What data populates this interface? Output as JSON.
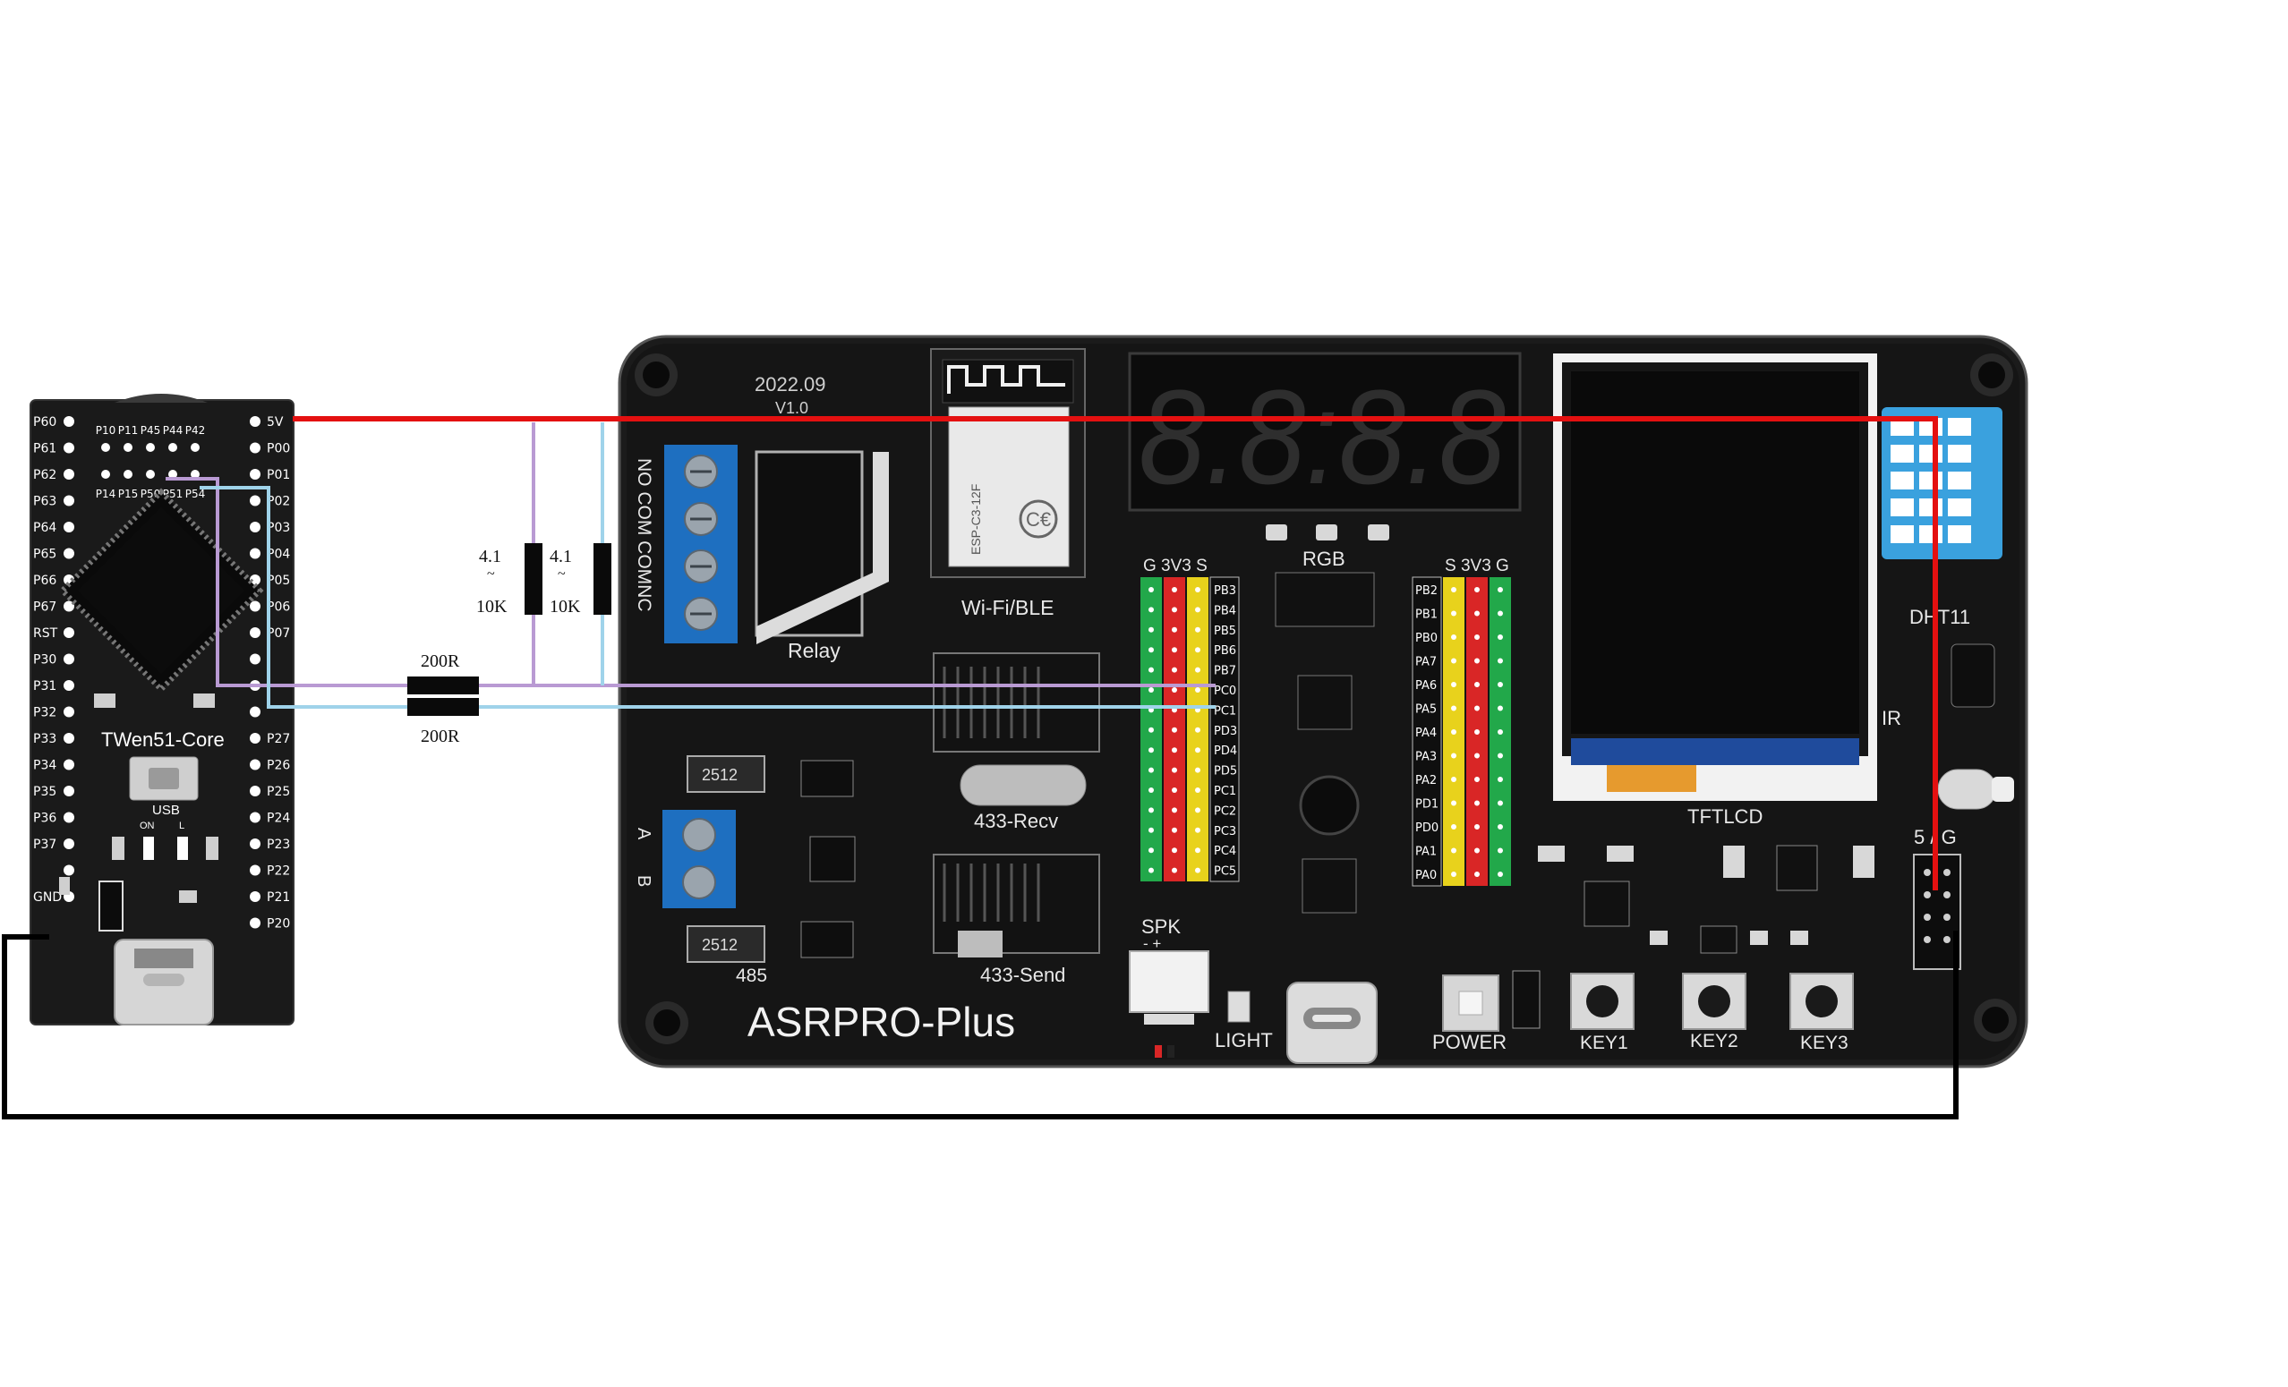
{
  "core_board": {
    "name": "TWen51-Core",
    "usb_label": "USB",
    "switch_labels": [
      "ON",
      "L"
    ],
    "left_pins": [
      "P60",
      "P61",
      "P62",
      "P63",
      "P64",
      "P65",
      "P66",
      "P67",
      "RST",
      "P30",
      "P31",
      "P32",
      "P33",
      "P34",
      "P35",
      "P36",
      "P37",
      "",
      "GND"
    ],
    "right_pins": [
      "5V",
      "P00",
      "P01",
      "P02",
      "P03",
      "P04",
      "P05",
      "P06",
      "P07",
      "",
      "",
      "",
      "P27",
      "P26",
      "P25",
      "P24",
      "P23",
      "P22",
      "P21",
      "P20"
    ],
    "top_pins": [
      "P10",
      "P11",
      "P45",
      "P44",
      "P42"
    ],
    "mid_pins": [
      "P14",
      "P15",
      "P50",
      "P51",
      "P54"
    ]
  },
  "resistors": {
    "r1_value": "200R",
    "r2_value": "200R",
    "pot1_top": "4.1",
    "pot1_mid": "~",
    "pot1_bottom": "10K",
    "pot2_top": "4.1",
    "pot2_mid": "~",
    "pot2_bottom": "10K"
  },
  "main_board": {
    "name": "ASRPRO-Plus",
    "date_code": "2022.09",
    "version": "V1.0",
    "relay_label": "Relay",
    "relay_terminal_labels": "NO COM COMNC",
    "wifi_label": "Wi-Fi/BLE",
    "wifi_module_text": "ESP-C3-12F",
    "seg_display": "8.8:8.8",
    "rgb_label": "RGB",
    "header_left_title": "G 3V3 S",
    "header_right_title": "S 3V3 G",
    "left_port_pins": [
      "PB3",
      "PB4",
      "PB5",
      "PB6",
      "PB7",
      "PC0",
      "PC1",
      "PD3",
      "PD4",
      "PD5",
      "PC1",
      "PC2",
      "PC3",
      "PC4",
      "PC5"
    ],
    "right_port_pins": [
      "PB2",
      "PB1",
      "PB0",
      "PA7",
      "PA6",
      "PA5",
      "PA4",
      "PA3",
      "PA2",
      "PD1",
      "PD0",
      "PA1",
      "PA0"
    ],
    "recv_label": "433-Recv",
    "send_label": "433-Send",
    "rs485_label": "485",
    "rs485_terminals": [
      "A",
      "B"
    ],
    "chip_2512_a": "2512",
    "chip_2512_b": "2512",
    "spk_label": "SPK",
    "light_label": "LIGHT",
    "power_label": "POWER",
    "key1_label": "KEY1",
    "key2_label": "KEY2",
    "key3_label": "KEY3",
    "tft_label": "TFTLCD",
    "dht_label": "DHT11",
    "ir_label": "IR",
    "header_5vg_label": "5 / G",
    "spk_pins": "- +"
  },
  "wire_colors": {
    "power_5v": "#e41010",
    "ground": "#000000",
    "signal_a": "#b99ad3",
    "signal_b": "#9fd3ea"
  }
}
